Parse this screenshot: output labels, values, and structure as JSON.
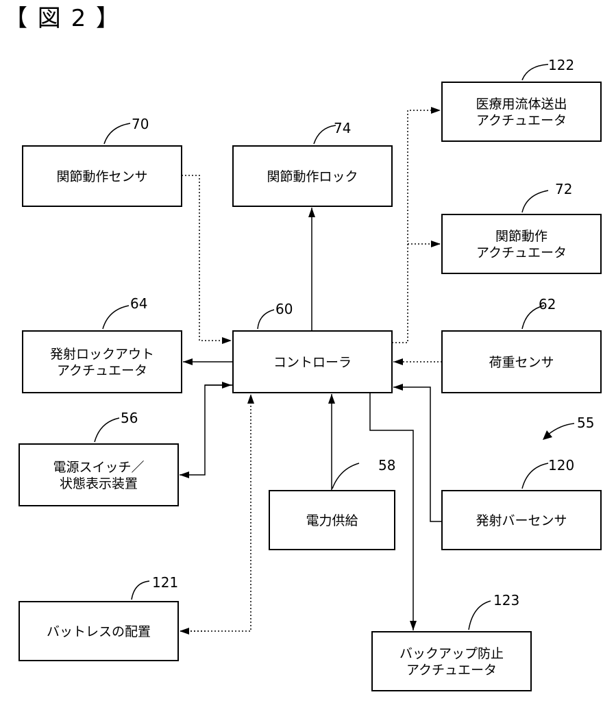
{
  "figure": {
    "title": "【 図 2 】",
    "system_ref": "55"
  },
  "boxes": [
    {
      "id": "controller",
      "ref": "60",
      "lines": [
        "コントローラ"
      ]
    },
    {
      "id": "joint_sensor",
      "ref": "70",
      "lines": [
        "関節動作センサ"
      ]
    },
    {
      "id": "joint_lock",
      "ref": "74",
      "lines": [
        "関節動作ロック"
      ]
    },
    {
      "id": "fluid_actuator",
      "ref": "122",
      "lines": [
        "医療用流体送出",
        "アクチュエータ"
      ]
    },
    {
      "id": "joint_actuator",
      "ref": "72",
      "lines": [
        "関節動作",
        "アクチュエータ"
      ]
    },
    {
      "id": "firing_lockout",
      "ref": "64",
      "lines": [
        "発射ロックアウト",
        "アクチュエータ"
      ]
    },
    {
      "id": "load_sensor",
      "ref": "62",
      "lines": [
        "荷重センサ"
      ]
    },
    {
      "id": "power_switch",
      "ref": "56",
      "lines": [
        "電源スイッチ／",
        "状態表示装置"
      ]
    },
    {
      "id": "power_supply",
      "ref": "58",
      "lines": [
        "電力供給"
      ]
    },
    {
      "id": "firing_bar_sensor",
      "ref": "120",
      "lines": [
        "発射バーセンサ"
      ]
    },
    {
      "id": "buttress",
      "ref": "121",
      "lines": [
        "バットレスの配置"
      ]
    },
    {
      "id": "anti_backup",
      "ref": "123",
      "lines": [
        "バックアップ防止",
        "アクチュエータ"
      ]
    }
  ]
}
